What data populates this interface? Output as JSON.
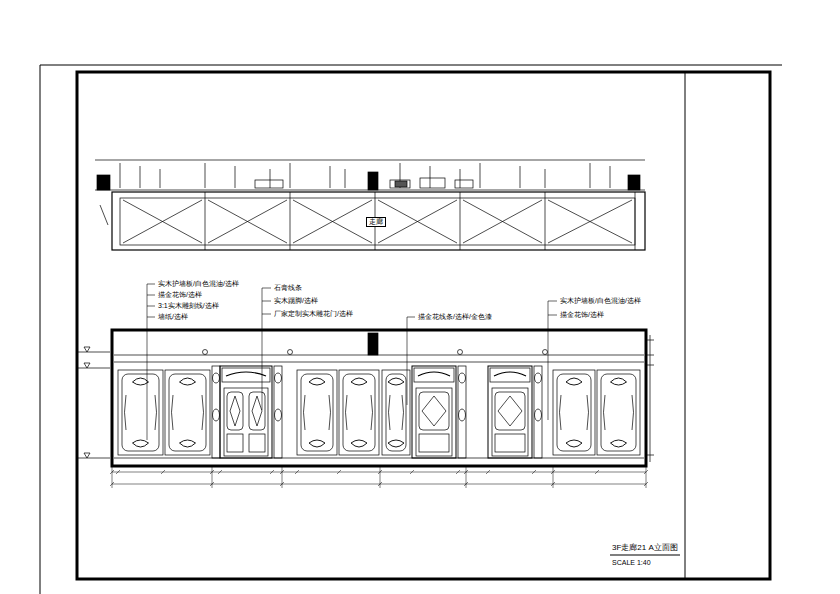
{
  "diagram": {
    "title": "3F走廊21 A立面图",
    "labels": [
      "实木护墙板/白色混油/选样",
      "描金花饰/选样",
      "3:1实木雕刻线/选样",
      "墙纸/选样",
      "石膏线条",
      "实木踢脚/选样",
      "厂家定制实木雕花门/选样",
      "描金花线条/选样/金色漆",
      "实木护墙板/白色混油/选样",
      "描金花饰/选样",
      "走廊",
      "SCALE 1:40"
    ]
  }
}
